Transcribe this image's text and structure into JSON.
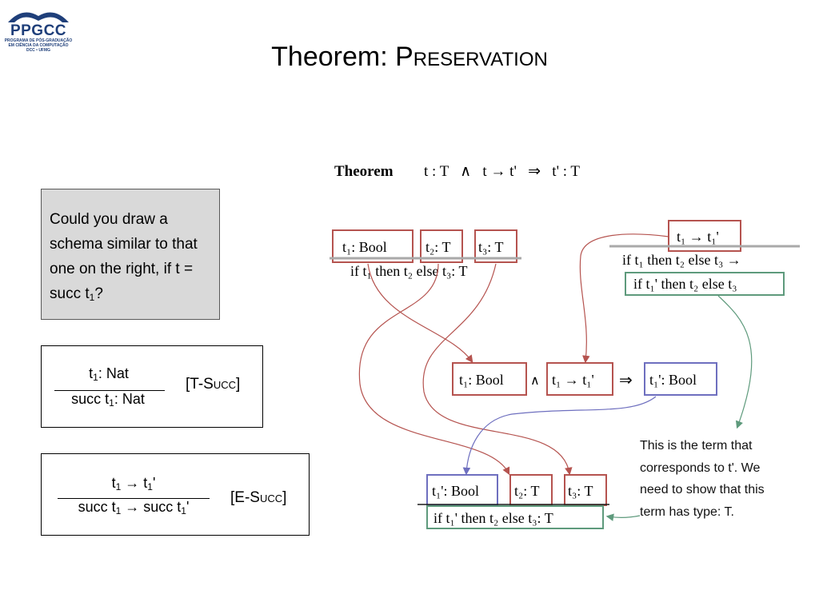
{
  "logo": {
    "name": "PPGCC",
    "subtitle_lines": [
      "PROGRAMA DE PÓS-GRADUAÇÃO",
      "EM CIÊNCIA DA COMPUTAÇÃO",
      "DCC • UFMG"
    ]
  },
  "slide": {
    "title_prefix": "Theorem: ",
    "title_name": "Preservation"
  },
  "question": {
    "text": "Could you draw a schema similar to that one on the right, if t = succ t",
    "sub": "1",
    "end": "?"
  },
  "rules": [
    {
      "num_a": "t",
      "num_a_sub": "1",
      "num_b": ": Nat",
      "den_a": "succ t",
      "den_a_sub": "1",
      "den_b": ": Nat",
      "name_open": "[T-S",
      "name_rest": "ucc",
      "name_close": "]"
    },
    {
      "num_a": "t",
      "num_a_sub": "1",
      "num_b": " → t",
      "num_b_sub": "1",
      "num_c": "'",
      "den_a": "succ t",
      "den_a_sub": "1",
      "den_b": " → succ t",
      "den_b_sub": "1",
      "den_c": "'",
      "name_open": "[E-S",
      "name_rest": "ucc",
      "name_close": "]"
    }
  ],
  "diagram": {
    "theorem_word": "Theorem",
    "theorem_stmt": "t : T   ∧   t → t'   ⇒   t' : T",
    "top_left_boxes": [
      "t₁: Bool",
      "t₂: T",
      "t₃: T"
    ],
    "top_left_conclusion": "if t₁ then t₂ else t₃: T",
    "top_right_box": "t₁ → t₁'",
    "top_right_line": "if t₁ then t₂ else t₃ →",
    "top_right_result": "if t₁' then t₂ else t₃",
    "middle_boxes": [
      "t₁: Bool",
      "t₁ → t₁'",
      "t₁': Bool"
    ],
    "middle_and": "∧",
    "middle_implies": "⇒",
    "bottom_boxes": [
      "t₁': Bool",
      "t₂: T",
      "t₃: T"
    ],
    "bottom_conclusion": "if t₁' then t₂ else t₃: T",
    "note": "This is the term that corresponds to t'. We need to show that this term has type: T."
  },
  "colors": {
    "red": "#b5534f",
    "blue": "#6e6fbf",
    "green": "#5e9a7c",
    "gray_line": "#a9a9a9",
    "logo_blue": "#1f3f7a"
  }
}
